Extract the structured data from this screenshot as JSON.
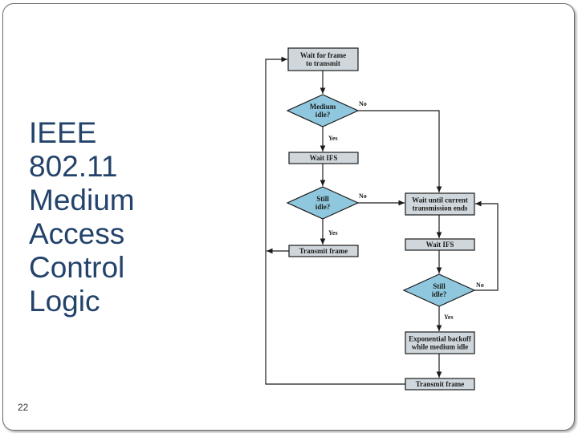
{
  "slide": {
    "title_lines": [
      "IEEE",
      "802.11",
      "Medium",
      "Access",
      "Control",
      "Logic"
    ],
    "page_number": "22"
  },
  "flowchart": {
    "nodes": {
      "wait_frame": [
        "Wait for frame",
        "to transmit"
      ],
      "medium_idle": [
        "Medium",
        "idle?"
      ],
      "wait_ifs_1": [
        "Wait IFS"
      ],
      "still_idle_1": [
        "Still",
        "idle?"
      ],
      "transmit_frame_1": [
        "Transmit frame"
      ],
      "wait_until_ends": [
        "Wait until current",
        "transmission ends"
      ],
      "wait_ifs_2": [
        "Wait IFS"
      ],
      "still_idle_2": [
        "Still",
        "idle?"
      ],
      "backoff": [
        "Exponential backoff",
        "while medium idle"
      ],
      "transmit_frame_2": [
        "Transmit frame"
      ]
    },
    "edge_labels": {
      "medium_idle_no": "No",
      "medium_idle_yes": "Yes",
      "still_idle_1_no": "No",
      "still_idle_1_yes": "Yes",
      "still_idle_2_no": "No",
      "still_idle_2_yes": "Yes"
    },
    "colors": {
      "box_fill": "#cfd7dc",
      "diamond_fill": "#8fc8de",
      "stroke": "#1a1a1a"
    }
  }
}
